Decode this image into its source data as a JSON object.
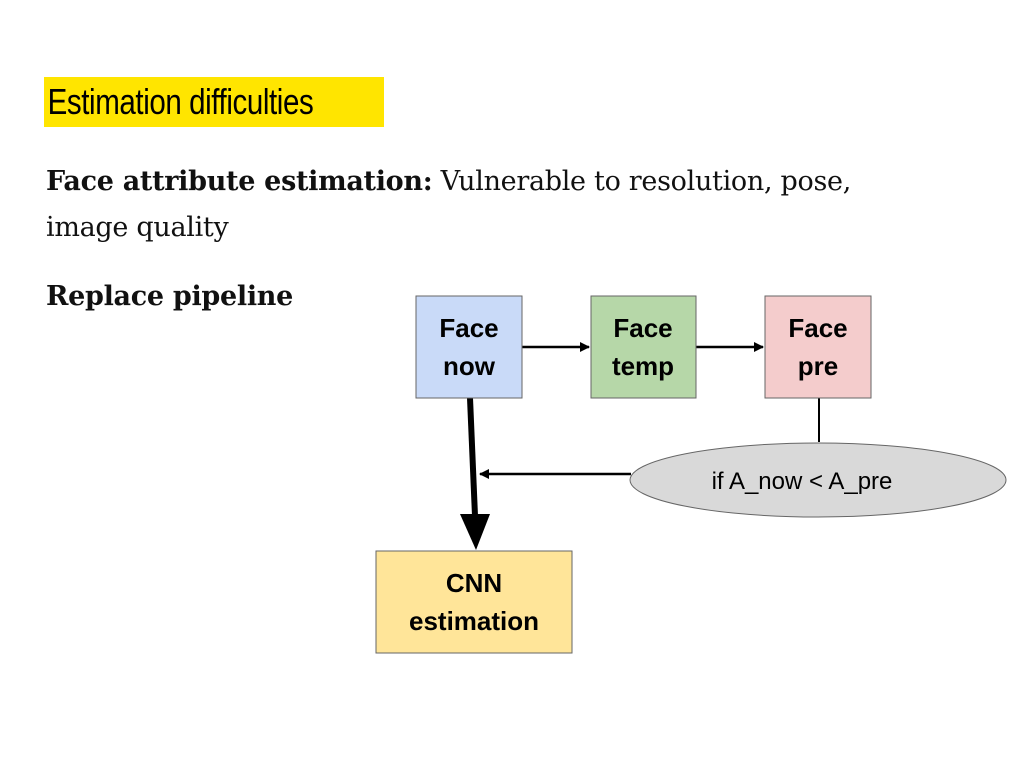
{
  "slide": {
    "title": "Estimation difficulties",
    "point1_bold": "Face attribute estimation:",
    "point1_rest": " Vulnerable to resolution, pose,",
    "point1_cont": "image quality",
    "point2_bold": "Replace pipeline"
  },
  "diagram": {
    "nodes": {
      "face_now": {
        "line1": "Face",
        "line2": "now",
        "color": "#c9daf8"
      },
      "face_temp": {
        "line1": "Face",
        "line2": "temp",
        "color": "#b6d7a8"
      },
      "face_pre": {
        "line1": "Face",
        "line2": "pre",
        "color": "#f4cccc"
      },
      "cnn": {
        "line1": "CNN",
        "line2": "estimation",
        "color": "#ffe599"
      }
    },
    "condition": {
      "label": "if A_now < A_pre",
      "color": "#d9d9d9"
    }
  },
  "colors": {
    "title_highlight": "#ffe500",
    "edge": "#000000",
    "node_border": "#666666"
  }
}
